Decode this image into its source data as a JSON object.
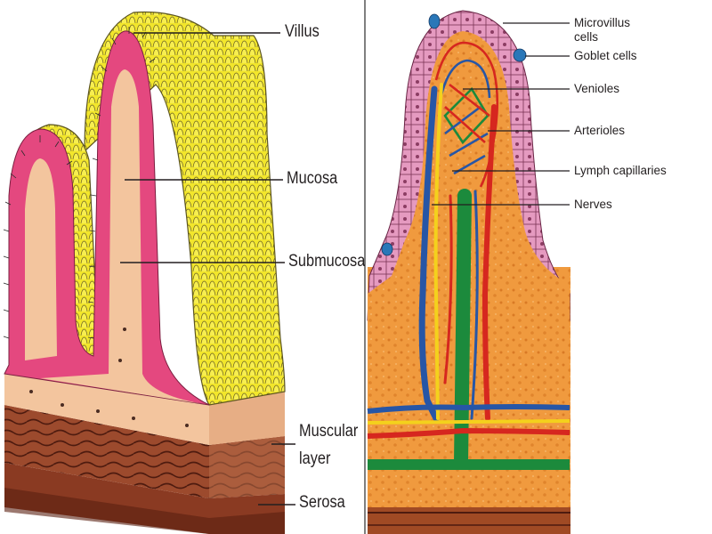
{
  "left_panel": {
    "labels": {
      "villus": "Villus",
      "mucosa": "Mucosa",
      "submucosa": "Submucosa",
      "muscular_line1": "Muscular",
      "muscular_line2": "layer",
      "serosa": "Serosa"
    }
  },
  "right_panel": {
    "labels": {
      "microvillus_line1": "Microvillus",
      "microvillus_line2": "cells",
      "goblet": "Goblet cells",
      "venioles": "Venioles",
      "arterioles": "Arterioles",
      "lymph": "Lymph capillaries",
      "nerves": "Nerves"
    }
  },
  "colors": {
    "yellow_villi": "#f2e62b",
    "pink_mucosa": "#e4487f",
    "submucosa": "#f3c59e",
    "muscle_dark": "#6e2a1a",
    "muscle_light": "#b86e4b",
    "lamina_orange": "#f09a3e",
    "vein_blue": "#2756a6",
    "artery_red": "#d6271f",
    "lymph_green": "#1c8a3c",
    "nerve_yellow": "#f4d11c",
    "goblet_blue": "#2a77b8",
    "epithelium_pink": "#e59ac0"
  }
}
